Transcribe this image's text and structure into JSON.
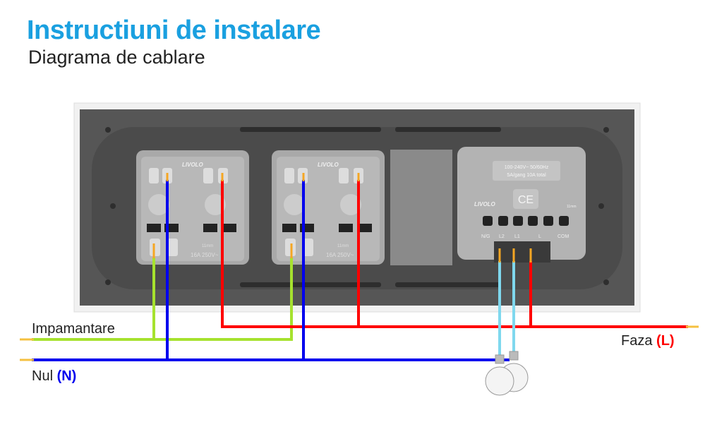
{
  "header": {
    "title": "Instructiuni de instalare",
    "subtitle": "Diagrama de cablare"
  },
  "labels": {
    "earth": "Impamantare",
    "neutral": "Nul",
    "neutral_code": "(N)",
    "phase": "Faza",
    "phase_code": "(L)"
  },
  "socket": {
    "brand": "LIVOLO",
    "rating": "16A 250V~",
    "strip": "11mm"
  },
  "switch": {
    "brand": "LIVOLO",
    "rating_line1": "100-240V~ 50/60Hz",
    "rating_line2": "5A/gang 10A total",
    "ce": "CE",
    "strip": "11mm",
    "terminals": [
      "N/G",
      "L2",
      "L1",
      "L",
      "COM"
    ]
  },
  "colors": {
    "phase": "#ff0000",
    "neutral": "#0000ee",
    "earth": "#a6e22e",
    "load": "#7fd8ee",
    "title": "#1aa0e0"
  }
}
